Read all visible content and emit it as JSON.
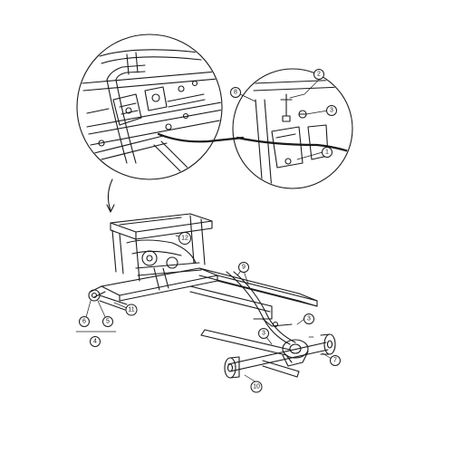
{
  "callouts": {
    "c1": "1",
    "c2": "2",
    "c3a": "3",
    "c8": "8",
    "c9": "9",
    "c12": "12",
    "c11": "11",
    "c6": "6",
    "c5": "5",
    "c4": "4",
    "c3b": "3",
    "c3c": "3",
    "c7": "7",
    "c10": "10"
  }
}
